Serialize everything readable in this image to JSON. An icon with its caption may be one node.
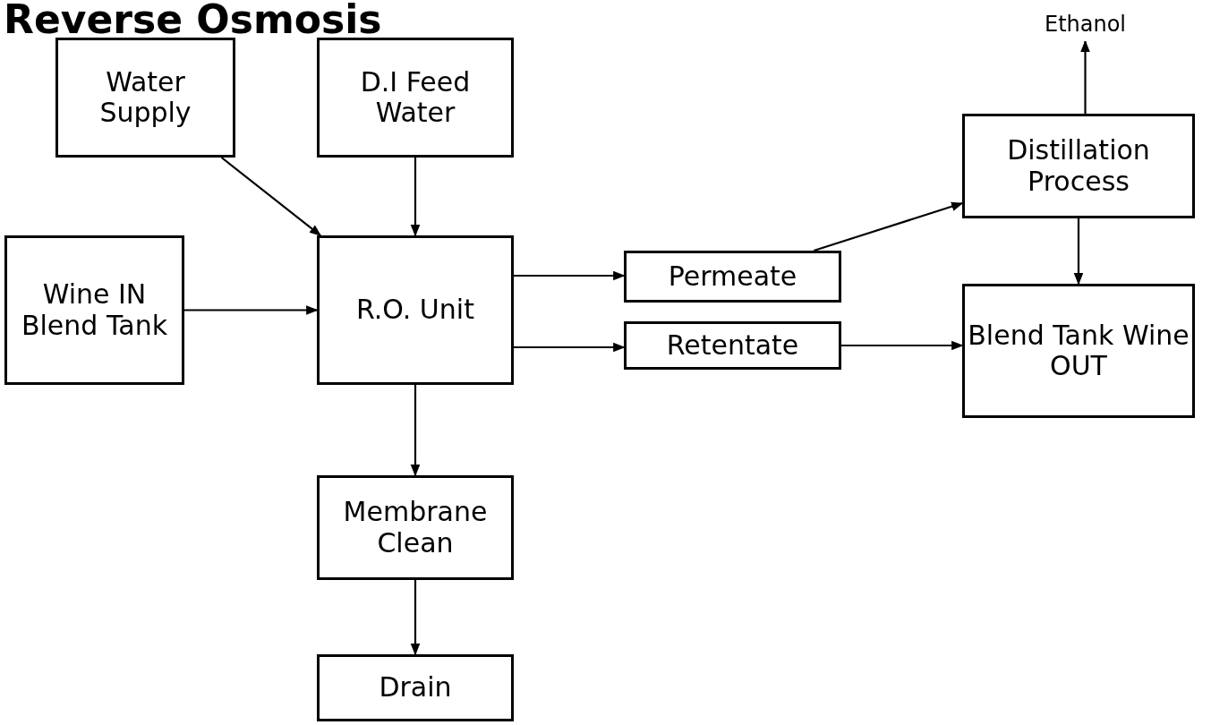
{
  "diagram": {
    "title": "Reverse Osmosis",
    "nodes": [
      {
        "text": [
          "Water Supply"
        ]
      },
      {
        "text": [
          "D.I Feed Water"
        ]
      },
      {
        "text": [
          "Wine IN Blend Tank"
        ]
      },
      {
        "text": [
          "R.O. Unit"
        ]
      },
      {
        "text": [
          "Permeate"
        ]
      },
      {
        "text": [
          "Retentate"
        ]
      },
      {
        "text": [
          "Ethanol"
        ]
      },
      {
        "text": [
          "Distillation Process"
        ]
      },
      {
        "text": [
          "Blend Tank Wine OUT"
        ]
      },
      {
        "text": [
          "Membrane Clean"
        ]
      },
      {
        "text": [
          "Drain"
        ]
      }
    ],
    "edges": [
      {
        "from": 0,
        "to": 3,
        "arrow": "to"
      },
      {
        "from": 1,
        "to": 3,
        "arrow": "to"
      },
      {
        "from": 2,
        "to": 3,
        "arrow": "to"
      },
      {
        "from": 3,
        "to": 4,
        "arrow": "to"
      },
      {
        "from": 3,
        "to": 5,
        "arrow": "to"
      },
      {
        "from": 4,
        "to": 7,
        "arrow": "to"
      },
      {
        "from": 7,
        "to": 6,
        "arrow": "to"
      },
      {
        "from": 7,
        "to": 8,
        "arrow": "to"
      },
      {
        "from": 5,
        "to": 8,
        "arrow": "to"
      },
      {
        "from": 3,
        "to": 9,
        "arrow": "to"
      },
      {
        "from": 9,
        "to": 10,
        "arrow": "to"
      }
    ]
  }
}
